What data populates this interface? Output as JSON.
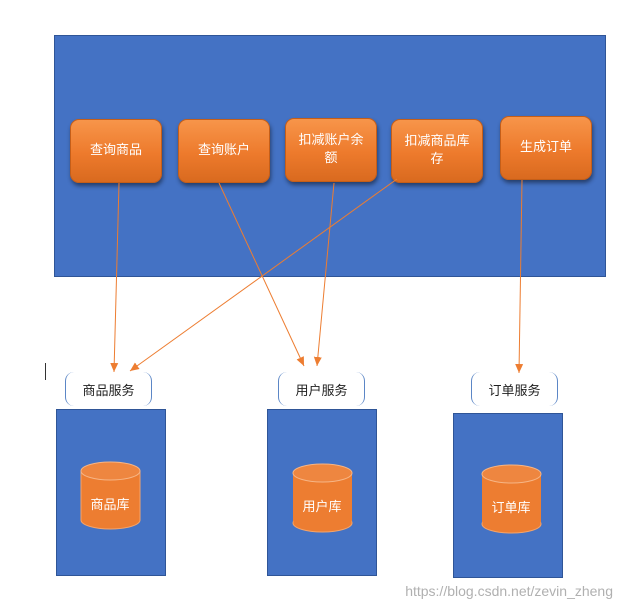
{
  "operations": [
    {
      "label": "查询商品"
    },
    {
      "label": "查询账户"
    },
    {
      "label": "扣减账户余额"
    },
    {
      "label": "扣减商品库存"
    },
    {
      "label": "生成订单"
    }
  ],
  "services": [
    {
      "label": "商品服务",
      "db": "商品库"
    },
    {
      "label": "用户服务",
      "db": "用户库"
    },
    {
      "label": "订单服务",
      "db": "订单库"
    }
  ],
  "watermark": "https://blog.csdn.net/zevin_zheng",
  "colors": {
    "panel": "#4472c4",
    "node": "#ed7d31",
    "arrow": "#ed7d31"
  }
}
